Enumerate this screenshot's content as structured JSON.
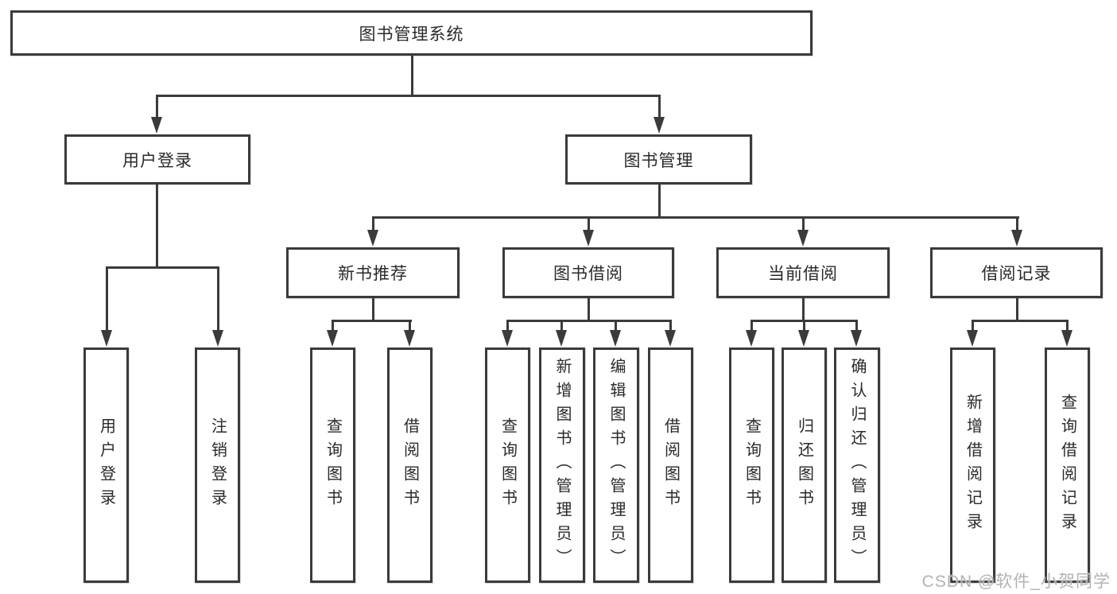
{
  "diagram": {
    "root": {
      "label": "图书管理系统"
    },
    "level2": [
      {
        "id": "user-login",
        "label": "用户登录"
      },
      {
        "id": "book-management",
        "label": "图书管理"
      }
    ],
    "level3": [
      {
        "id": "new-book-recommend",
        "label": "新书推荐"
      },
      {
        "id": "book-borrow",
        "label": "图书借阅"
      },
      {
        "id": "current-borrow",
        "label": "当前借阅"
      },
      {
        "id": "borrow-record",
        "label": "借阅记录"
      }
    ],
    "leaves": [
      "用户登录",
      "注销登录",
      "查询图书",
      "借阅图书",
      "查询图书",
      "新增图书（管理员）",
      "编辑图书（管理员）",
      "借阅图书",
      "查询图书",
      "归还图书",
      "确认归还（管理员）",
      "新增借阅记录",
      "查询借阅记录"
    ]
  },
  "watermark": {
    "text": "CSDN @软件_小贺同学"
  },
  "colors": {
    "line": "#3b3b3b",
    "box_border": "#3b3b3b",
    "text": "#2a2a2a",
    "watermark": "#b3b3b3",
    "background": "#ffffff"
  }
}
